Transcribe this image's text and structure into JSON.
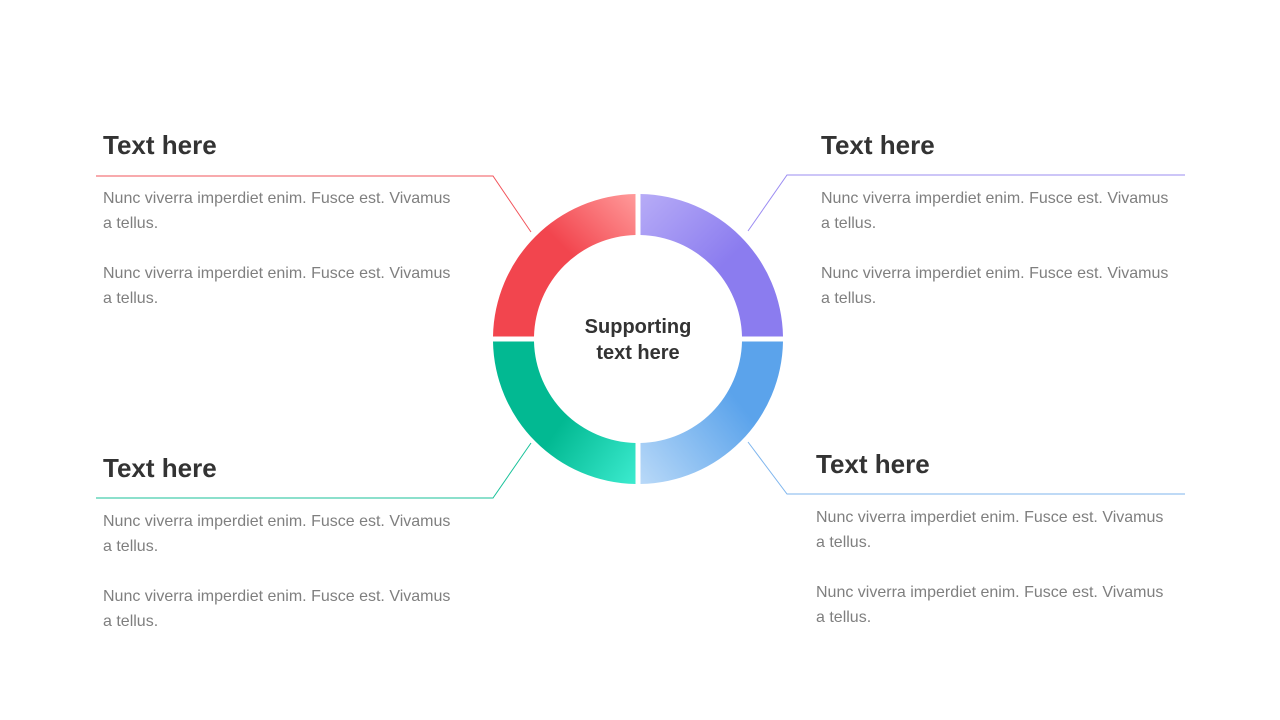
{
  "center": {
    "line1": "Supporting",
    "line2": "text here"
  },
  "blocks": [
    {
      "id": "top-left",
      "heading": "Text here",
      "paragraphs": [
        "Nunc viverra imperdiet enim. Fusce est. Vivamus a tellus.",
        "Nunc viverra imperdiet enim. Fusce est. Vivamus a tellus."
      ],
      "color": "#F2545B"
    },
    {
      "id": "top-right",
      "heading": "Text here",
      "paragraphs": [
        "Nunc viverra imperdiet enim. Fusce est. Vivamus a tellus.",
        "Nunc viverra imperdiet enim. Fusce est. Vivamus a tellus."
      ],
      "color": "#8E7FF0"
    },
    {
      "id": "bottom-left",
      "heading": "Text here",
      "paragraphs": [
        "Nunc viverra imperdiet enim. Fusce est. Vivamus a tellus.",
        "Nunc viverra imperdiet enim. Fusce est. Vivamus a tellus."
      ],
      "color": "#19C29A"
    },
    {
      "id": "bottom-right",
      "heading": "Text here",
      "paragraphs": [
        "Nunc viverra imperdiet enim. Fusce est. Vivamus a tellus.",
        "Nunc viverra imperdiet enim. Fusce est. Vivamus a tellus."
      ],
      "color": "#5AA3EC"
    }
  ],
  "colors": {
    "red_start": "#FF9A9A",
    "red_end": "#F2454E",
    "purple_start": "#B7ACF7",
    "purple_end": "#8B7CEF",
    "green_start": "#02B992",
    "green_end": "#3CEBCF",
    "blue_start": "#5BA3EB",
    "blue_end": "#B9D9F8"
  }
}
